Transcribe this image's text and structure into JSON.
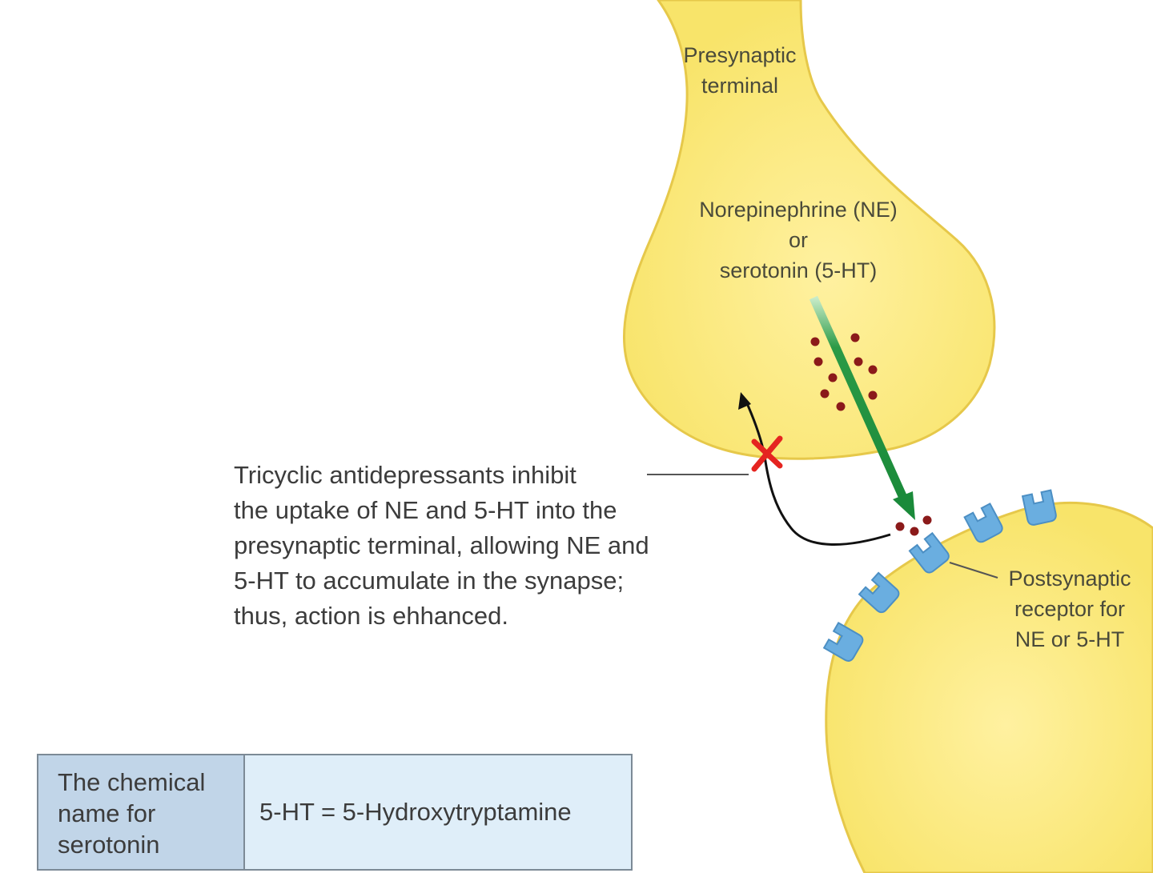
{
  "labels": {
    "presynaptic": [
      "Presynaptic",
      "terminal"
    ],
    "neurotransmitter": [
      "Norepinephrine (NE)",
      "or",
      "serotonin (5-HT)"
    ],
    "caption": [
      "Tricyclic antidepressants inhibit",
      "the uptake of NE and 5-HT into the",
      "presynaptic terminal, allowing NE and",
      "5-HT to accumulate in the synapse;",
      "thus, action is ehhanced."
    ],
    "postsynaptic_receptor": [
      "Postsynaptic",
      "receptor for",
      "NE or 5-HT"
    ]
  },
  "info_box": {
    "term": [
      "The chemical",
      "name for",
      "serotonin"
    ],
    "definition": "5-HT = 5-Hydroxytryptamine"
  },
  "colors": {
    "neuron_fill": "#fbeb7e",
    "neuron_edge": "#e6c84a",
    "release_arrow": "#1e8f3c",
    "reuptake_arrow": "#111111",
    "block_mark": "#e52420",
    "vesicle_dot": "#8b1a1a",
    "receptor": "#6aaee0",
    "info_term_bg": "#c1d5e8",
    "info_def_bg": "#dfeef9"
  },
  "icons": {
    "block": "x-mark-icon",
    "receptor": "receptor-icon"
  }
}
